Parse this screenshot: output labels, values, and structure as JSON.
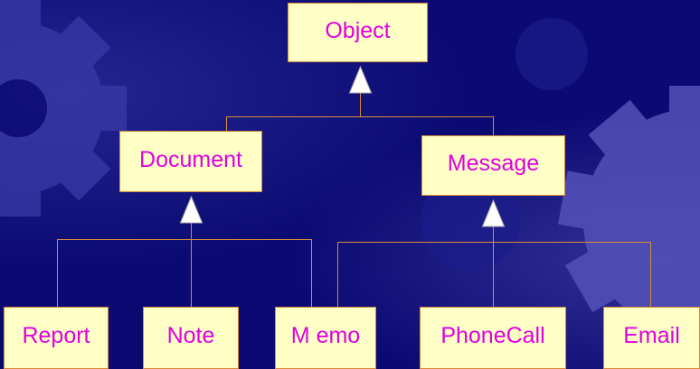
{
  "diagram": {
    "colors": {
      "background": "#0a0a72",
      "box_fill": "#ffffc6",
      "box_border": "#d98a3a",
      "text": "#e000e0",
      "connector": "#d98a3a",
      "arrowhead": "#ffffff"
    },
    "classes": {
      "object": "Object",
      "document": "Document",
      "message": "Message",
      "report": "Report",
      "note": "Note",
      "memo": "M emo",
      "phonecall": "PhoneCall",
      "email": "Email"
    },
    "inheritance": [
      {
        "child": "Document",
        "parent": "Object"
      },
      {
        "child": "Message",
        "parent": "Object"
      },
      {
        "child": "Report",
        "parent": "Document"
      },
      {
        "child": "Note",
        "parent": "Document"
      },
      {
        "child": "Memo",
        "parent": "Document"
      },
      {
        "child": "Memo",
        "parent": "Message"
      },
      {
        "child": "PhoneCall",
        "parent": "Message"
      },
      {
        "child": "Email",
        "parent": "Message"
      }
    ]
  }
}
